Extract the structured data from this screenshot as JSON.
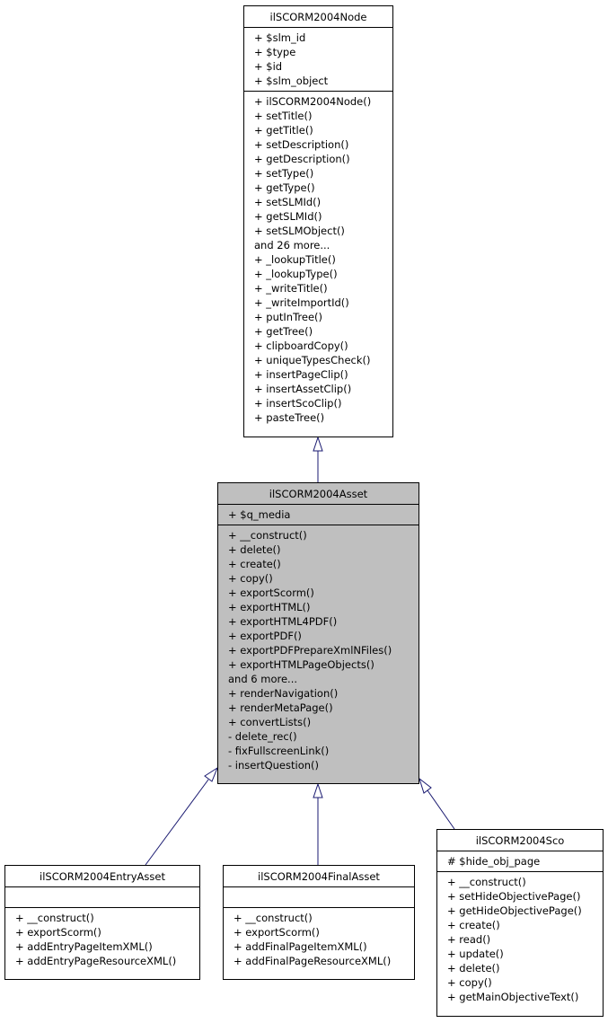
{
  "nodes": {
    "base": {
      "title": "ilSCORM2004Node",
      "attributes": [
        "+ $slm_id",
        "+ $type",
        "+ $id",
        "+ $slm_object"
      ],
      "methods": [
        "+ ilSCORM2004Node()",
        "+ setTitle()",
        "+ getTitle()",
        "+ setDescription()",
        "+ getDescription()",
        "+ setType()",
        "+ getType()",
        "+ setSLMId()",
        "+ getSLMId()",
        "+ setSLMObject()",
        "and 26 more...",
        "+ _lookupTitle()",
        "+ _lookupType()",
        "+ _writeTitle()",
        "+ _writeImportId()",
        "+ putInTree()",
        "+ getTree()",
        "+ clipboardCopy()",
        "+ uniqueTypesCheck()",
        "+ insertPageClip()",
        "+ insertAssetClip()",
        "+ insertScoClip()",
        "+ pasteTree()"
      ]
    },
    "asset": {
      "title": "ilSCORM2004Asset",
      "attributes": [
        "+ $q_media"
      ],
      "methods": [
        "+ __construct()",
        "+ delete()",
        "+ create()",
        "+ copy()",
        "+ exportScorm()",
        "+ exportHTML()",
        "+ exportHTML4PDF()",
        "+ exportPDF()",
        "+ exportPDFPrepareXmlNFiles()",
        "+ exportHTMLPageObjects()",
        "and 6 more...",
        "+ renderNavigation()",
        "+ renderMetaPage()",
        "+ convertLists()",
        "- delete_rec()",
        "- fixFullscreenLink()",
        "- insertQuestion()"
      ]
    },
    "entry": {
      "title": "ilSCORM2004EntryAsset",
      "attributes": [],
      "methods": [
        "+ __construct()",
        "+ exportScorm()",
        "+ addEntryPageItemXML()",
        "+ addEntryPageResourceXML()"
      ]
    },
    "final": {
      "title": "ilSCORM2004FinalAsset",
      "attributes": [],
      "methods": [
        "+ __construct()",
        "+ exportScorm()",
        "+ addFinalPageItemXML()",
        "+ addFinalPageResourceXML()"
      ]
    },
    "sco": {
      "title": "ilSCORM2004Sco",
      "attributes": [
        "# $hide_obj_page"
      ],
      "methods": [
        "+ __construct()",
        "+ setHideObjectivePage()",
        "+ getHideObjectivePage()",
        "+ create()",
        "+ read()",
        "+ update()",
        "+ delete()",
        "+ copy()",
        "+ getMainObjectiveText()"
      ]
    }
  },
  "colors": {
    "edge": "#191970",
    "current_fill": "#bfbfbf",
    "border": "#000000"
  }
}
